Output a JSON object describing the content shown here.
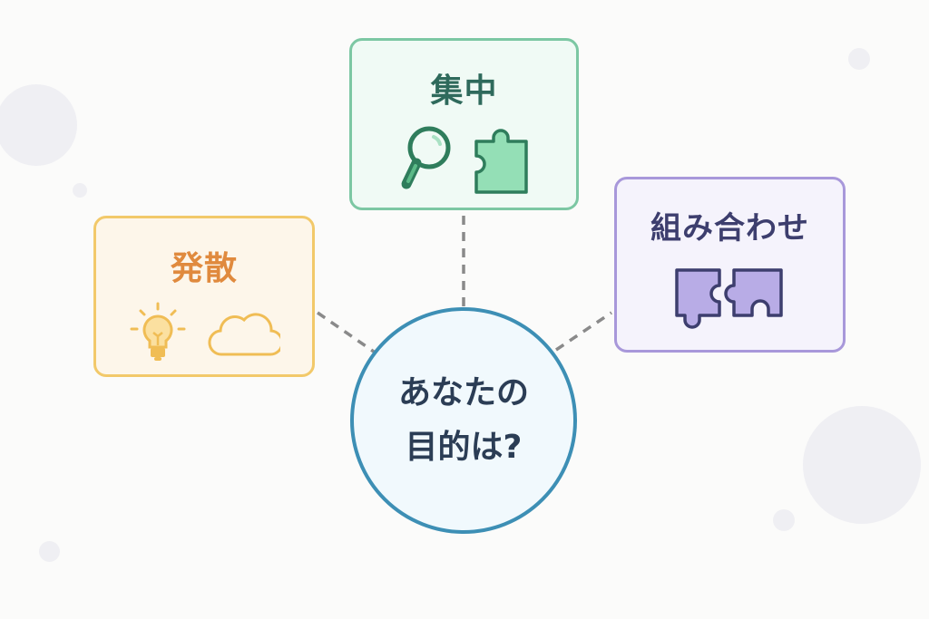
{
  "center": {
    "line1": "あなたの",
    "line2": "目的は?"
  },
  "nodes": {
    "focus": {
      "title": "集中",
      "icons": [
        "magnifier-icon",
        "puzzle-piece-icon"
      ],
      "color": "#7cc7a3"
    },
    "diverge": {
      "title": "発散",
      "icons": [
        "lightbulb-icon",
        "cloud-icon"
      ],
      "color": "#f2c96a"
    },
    "combine": {
      "title": "組み合わせ",
      "icons": [
        "puzzle-pieces-icon"
      ],
      "color": "#a898da"
    }
  }
}
